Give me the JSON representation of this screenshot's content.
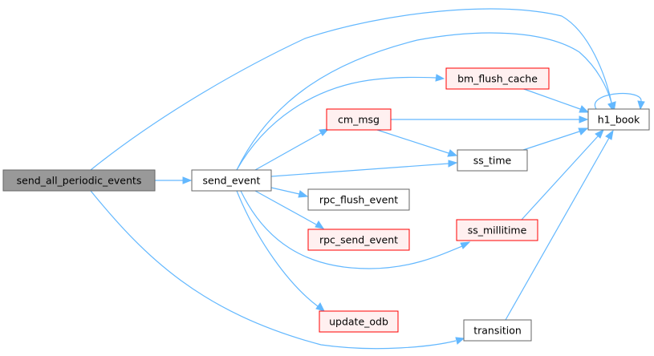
{
  "colors": {
    "edge": "#63b8ff",
    "focus_fill": "#999999",
    "focus_stroke": "#666666",
    "node_fill": "#ffffff",
    "node_stroke": "#666666",
    "truncated_fill": "#fff0f0",
    "truncated_stroke": "#ff0000"
  },
  "nodes": {
    "send_all_periodic_events": {
      "label": "send_all_periodic_events"
    },
    "send_event": {
      "label": "send_event"
    },
    "bm_flush_cache": {
      "label": "bm_flush_cache"
    },
    "cm_msg": {
      "label": "cm_msg"
    },
    "h1_book": {
      "label": "h1_book"
    },
    "ss_time": {
      "label": "ss_time"
    },
    "rpc_flush_event": {
      "label": "rpc_flush_event"
    },
    "rpc_send_event": {
      "label": "rpc_send_event"
    },
    "ss_millitime": {
      "label": "ss_millitime"
    },
    "update_odb": {
      "label": "update_odb"
    },
    "transition": {
      "label": "transition"
    }
  }
}
